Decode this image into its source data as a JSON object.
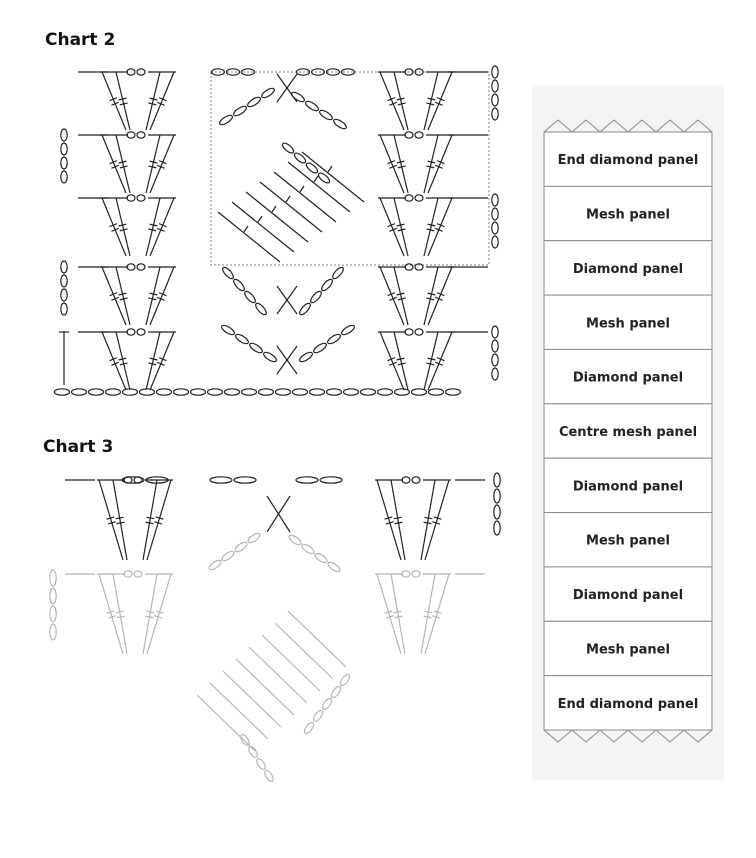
{
  "charts": [
    {
      "title": "Chart 2"
    },
    {
      "title": "Chart 3"
    }
  ],
  "schematic": {
    "panels": [
      {
        "label": "End diamond panel"
      },
      {
        "label": "Mesh panel"
      },
      {
        "label": "Diamond panel"
      },
      {
        "label": "Mesh panel"
      },
      {
        "label": "Diamond panel"
      },
      {
        "label": "Centre mesh panel"
      },
      {
        "label": "Diamond panel"
      },
      {
        "label": "Mesh panel"
      },
      {
        "label": "Diamond panel"
      },
      {
        "label": "Mesh panel"
      },
      {
        "label": "End diamond panel"
      }
    ]
  },
  "colors": {
    "ink": "#222222",
    "faded_ink": "#b5b5b5",
    "panel_border": "#8a8a8a",
    "schematic_background": "#f4f4f4"
  }
}
